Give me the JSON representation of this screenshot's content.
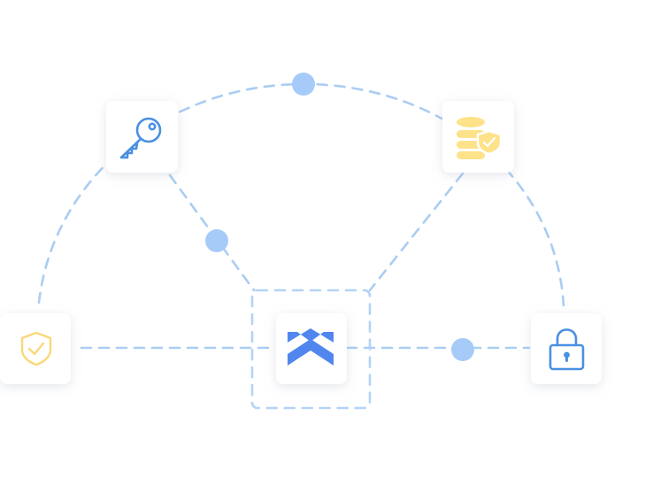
{
  "colors": {
    "background": "#ffffff",
    "connector": "#a9cdf3",
    "node_dot": "#a6cbf8",
    "card": "#ffffff",
    "card_shadow": "#a0a8b8",
    "icon_blue": "#4a90e2",
    "icon_yellow": "#fde28a",
    "icon_yellow_stroke": "#f9d879",
    "logo_blue": "#5186ee",
    "focus_frame": "#b4d3f5"
  },
  "cards": [
    {
      "id": "key",
      "icon": "key-icon"
    },
    {
      "id": "database",
      "icon": "database-shield-icon"
    },
    {
      "id": "shield",
      "icon": "shield-check-icon"
    },
    {
      "id": "hub",
      "icon": "double-chevron-up-logo"
    },
    {
      "id": "lock",
      "icon": "padlock-icon"
    }
  ]
}
